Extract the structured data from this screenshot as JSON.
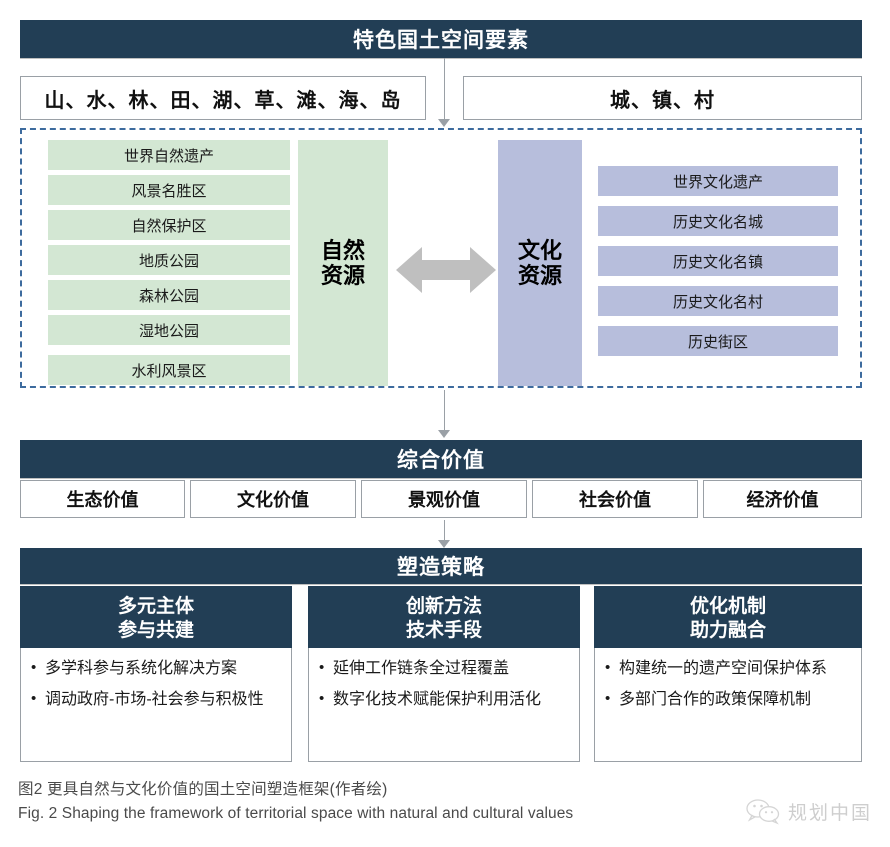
{
  "figure": {
    "title": "特色国土空间要素",
    "elements": [
      {
        "label": "山、水、林、田、湖、草、滩、海、岛"
      },
      {
        "label": "城、镇、村"
      }
    ],
    "resources": {
      "natural": {
        "column_label": "自然\n资源",
        "column_line1": "自然",
        "column_line2": "资源",
        "items": [
          "世界自然遗产",
          "风景名胜区",
          "自然保护区",
          "地质公园",
          "森林公园",
          "湿地公园",
          "水利风景区"
        ]
      },
      "cultural": {
        "column_line1": "文化",
        "column_line2": "资源",
        "items": [
          "世界文化遗产",
          "历史文化名城",
          "历史文化名镇",
          "历史文化名村",
          "历史街区"
        ]
      },
      "relation_icon": "double-headed-arrow"
    },
    "value": {
      "title": "综合价值",
      "items": [
        "生态价值",
        "文化价值",
        "景观价值",
        "社会价值",
        "经济价值"
      ]
    },
    "strategy": {
      "title": "塑造策略",
      "cards": [
        {
          "head_line1": "多元主体",
          "head_line2": "参与共建",
          "bullets": [
            "多学科参与系统化解决方案",
            "调动政府-市场-社会参与积极性"
          ]
        },
        {
          "head_line1": "创新方法",
          "head_line2": "技术手段",
          "bullets": [
            "延伸工作链条全过程覆盖",
            "数字化技术赋能保护利用活化"
          ]
        },
        {
          "head_line1": "优化机制",
          "head_line2": "助力融合",
          "bullets": [
            "构建统一的遗产空间保护体系",
            "多部门合作的政策保障机制"
          ]
        }
      ]
    },
    "caption": {
      "cn": "图2  更具自然与文化价值的国土空间塑造框架(作者绘)",
      "en": "Fig. 2  Shaping the framework of territorial space with natural and cultural values"
    },
    "watermark": {
      "icon": "wechat-icon",
      "text": "规划中国"
    },
    "colors": {
      "navy": "#223e55",
      "natural_green": "#d3e7d3",
      "cultural_purple": "#b7bedc",
      "dashed_border": "#3d6b9e",
      "arrow_gray": "#bfbfbf",
      "connector_gray": "#9aa0a6"
    }
  }
}
